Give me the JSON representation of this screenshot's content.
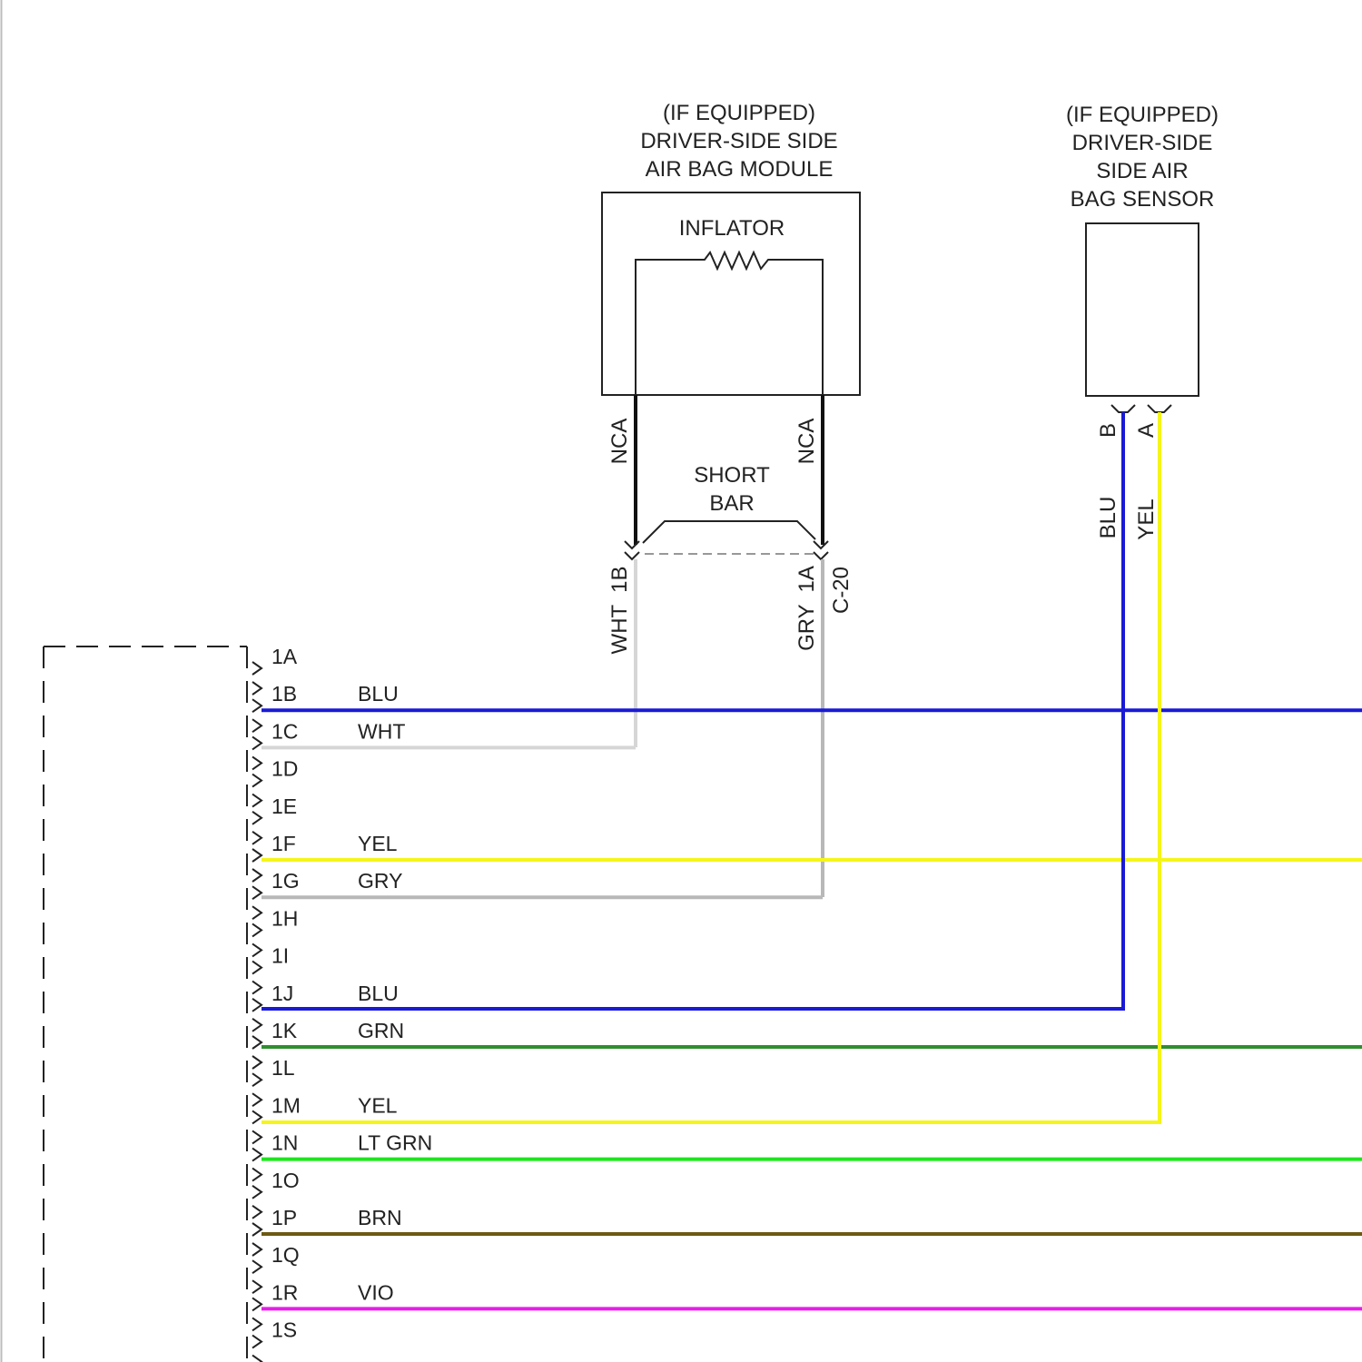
{
  "module": {
    "title_lines": [
      "(IF EQUIPPED)",
      "DRIVER-SIDE SIDE",
      "AIR BAG MODULE"
    ],
    "inflator_label": "INFLATOR",
    "left_terminal": "NCA",
    "right_terminal": "NCA",
    "short_bar_lines": [
      "SHORT",
      "BAR"
    ],
    "connector": "C-20",
    "left_pin_label": "WHT  1B",
    "right_pin_label": "GRY  1A"
  },
  "sensor": {
    "title_lines": [
      "(IF EQUIPPED)",
      "DRIVER-SIDE",
      "SIDE AIR",
      "BAG SENSOR"
    ],
    "pins": [
      {
        "pin": "B",
        "wire": "BLU",
        "color": "#1a1ad6"
      },
      {
        "pin": "A",
        "wire": "YEL",
        "color": "#f5f51a"
      }
    ]
  },
  "harness": {
    "pins": [
      {
        "pin": "1A",
        "color_label": ""
      },
      {
        "pin": "1B",
        "color_label": "BLU",
        "color": "#1a1ad6"
      },
      {
        "pin": "1C",
        "color_label": "WHT",
        "color": "#d6d6d6"
      },
      {
        "pin": "1D",
        "color_label": ""
      },
      {
        "pin": "1E",
        "color_label": ""
      },
      {
        "pin": "1F",
        "color_label": "YEL",
        "color": "#f5f51a"
      },
      {
        "pin": "1G",
        "color_label": "GRY",
        "color": "#b8b8b8"
      },
      {
        "pin": "1H",
        "color_label": ""
      },
      {
        "pin": "1I",
        "color_label": ""
      },
      {
        "pin": "1J",
        "color_label": "BLU",
        "color": "#1a1ad6"
      },
      {
        "pin": "1K",
        "color_label": "GRN",
        "color": "#2f8f2f"
      },
      {
        "pin": "1L",
        "color_label": ""
      },
      {
        "pin": "1M",
        "color_label": "YEL",
        "color": "#f5f51a"
      },
      {
        "pin": "1N",
        "color_label": "LT GRN",
        "color": "#1ee61e"
      },
      {
        "pin": "1O",
        "color_label": ""
      },
      {
        "pin": "1P",
        "color_label": "BRN",
        "color": "#6b5a12"
      },
      {
        "pin": "1Q",
        "color_label": ""
      },
      {
        "pin": "1R",
        "color_label": "VIO",
        "color": "#e61ee6"
      },
      {
        "pin": "1S",
        "color_label": ""
      }
    ]
  }
}
